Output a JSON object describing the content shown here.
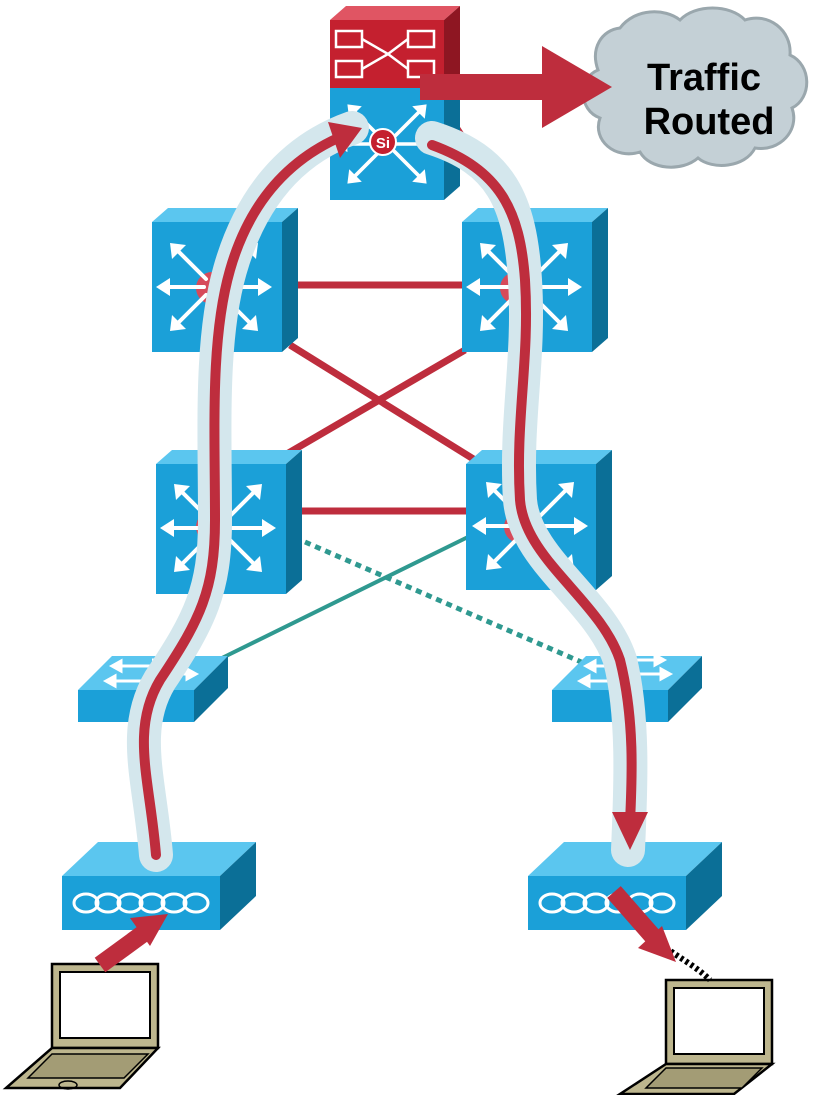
{
  "cloud": {
    "line1": "Traffic",
    "line2": "Routed"
  },
  "core_switch": {
    "badge": "Si"
  },
  "colors": {
    "link_red": "#be2d3d",
    "link_teal": "#2f9990",
    "switch_face": "#1ba0d8",
    "switch_top": "#5bc6ef",
    "switch_side": "#0b6f97",
    "router_red": "#c4202f",
    "path_halo": "#d4e7ed",
    "cloud_fill": "#c4d0d6",
    "laptop": "#bdb68e"
  },
  "icons": [
    "firewall-module-icon",
    "layer3-switch-icon",
    "workgroup-switch-icon",
    "access-point-icon",
    "laptop-icon",
    "cloud-icon",
    "flow-arrow-icon"
  ]
}
